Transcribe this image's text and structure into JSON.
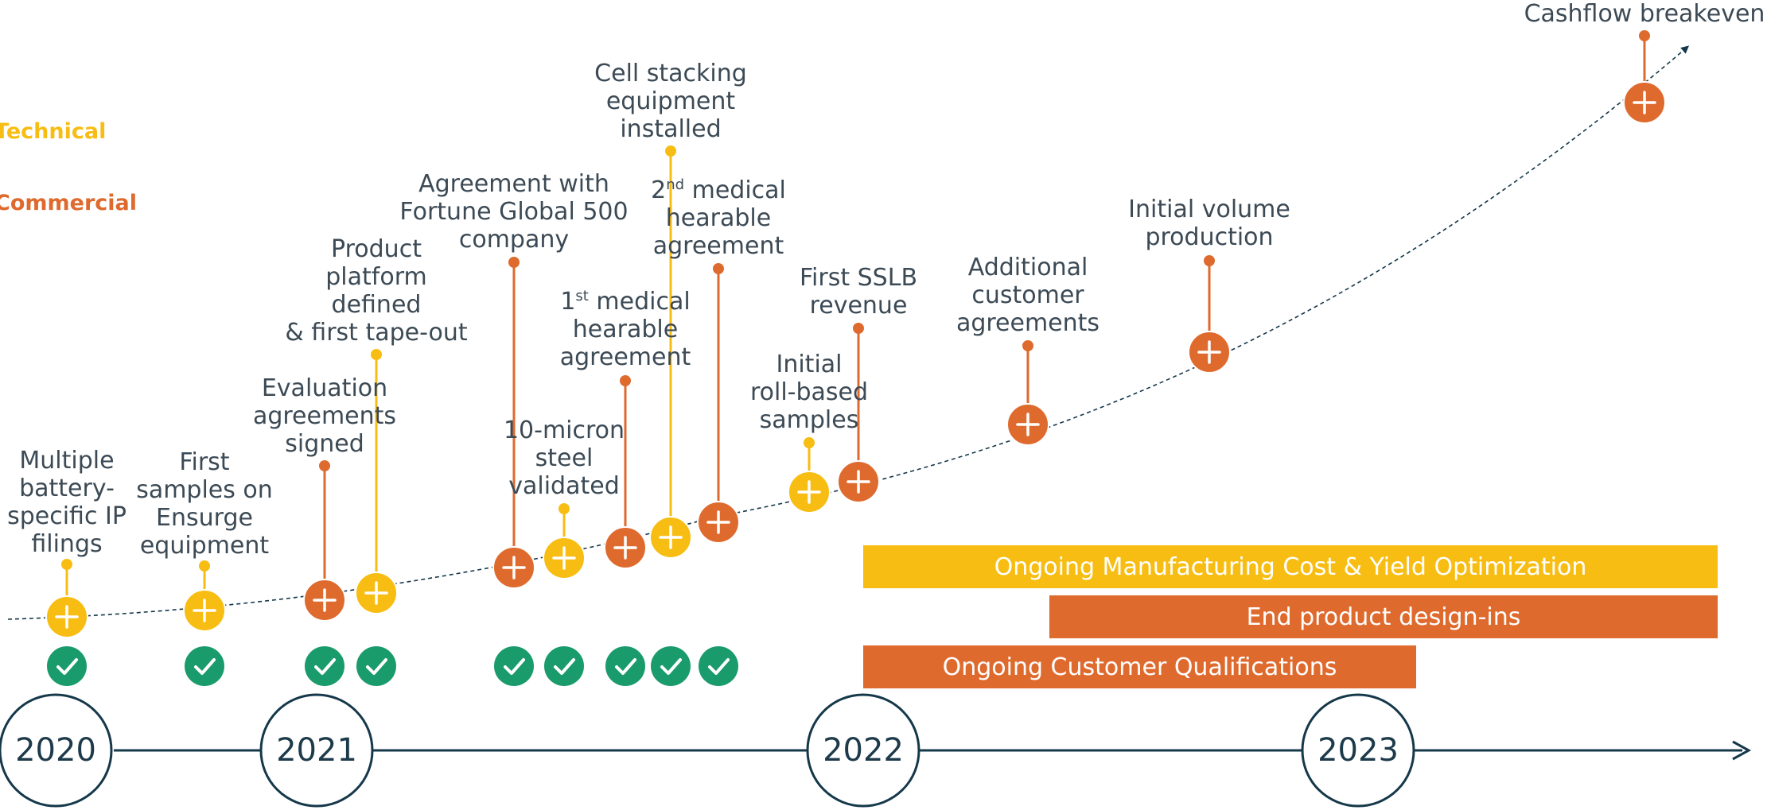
{
  "colors": {
    "technical": "#f8bd12",
    "commercial": "#df6a2e",
    "check": "#1a9b6c",
    "axis": "#15384a",
    "text": "#3c4a55"
  },
  "legend": {
    "technical": "Technical",
    "commercial": "Commercial"
  },
  "years": [
    "2020",
    "2021",
    "2022",
    "2023"
  ],
  "milestones": [
    {
      "id": "ip-filings",
      "type": "technical",
      "lines": [
        "Multiple",
        "battery-",
        "specific IP",
        "filings"
      ],
      "checked": true
    },
    {
      "id": "first-samples",
      "type": "technical",
      "lines": [
        "First",
        "samples on",
        "Ensurge",
        "equipment"
      ],
      "checked": true
    },
    {
      "id": "evaluation",
      "type": "commercial",
      "lines": [
        "Evaluation",
        "agreements",
        "signed"
      ],
      "checked": true
    },
    {
      "id": "product-platform",
      "type": "technical",
      "lines": [
        "Product",
        "platform",
        "defined",
        "& first tape-out"
      ],
      "checked": true
    },
    {
      "id": "fortune-agreement",
      "type": "commercial",
      "lines": [
        "Agreement with",
        "Fortune Global 500",
        "company"
      ],
      "checked": true
    },
    {
      "id": "steel-validated",
      "type": "technical",
      "lines": [
        "10-micron",
        "steel",
        "validated"
      ],
      "checked": true
    },
    {
      "id": "medical-1",
      "type": "commercial",
      "sup": {
        "num": "1",
        "suffix": "st",
        "rest": " medical"
      },
      "lines": [
        "hearable",
        "agreement"
      ],
      "checked": true
    },
    {
      "id": "cell-stacking",
      "type": "technical",
      "lines": [
        "Cell stacking",
        "equipment",
        "installed"
      ],
      "checked": true
    },
    {
      "id": "medical-2",
      "type": "commercial",
      "sup": {
        "num": "2",
        "suffix": "nd",
        "rest": " medical"
      },
      "lines": [
        "hearable",
        "agreement"
      ],
      "checked": true
    },
    {
      "id": "roll-samples",
      "type": "technical",
      "lines": [
        "Initial",
        "roll-based",
        "samples"
      ],
      "checked": false
    },
    {
      "id": "sslb-revenue",
      "type": "commercial",
      "lines": [
        "First SSLB",
        "revenue"
      ],
      "checked": false
    },
    {
      "id": "customer-agreements",
      "type": "commercial",
      "lines": [
        "Additional",
        "customer",
        "agreements"
      ],
      "checked": false
    },
    {
      "id": "volume-production",
      "type": "commercial",
      "lines": [
        "Initial volume",
        "production"
      ],
      "checked": false
    },
    {
      "id": "cashflow",
      "type": "commercial",
      "lines": [
        "Cashflow breakeven"
      ],
      "checked": false
    }
  ],
  "bars": [
    {
      "label": "Ongoing Manufacturing Cost & Yield Optimization",
      "type": "technical"
    },
    {
      "label": "End product design-ins",
      "type": "commercial"
    },
    {
      "label": "Ongoing Customer Qualifications",
      "type": "commercial"
    }
  ]
}
